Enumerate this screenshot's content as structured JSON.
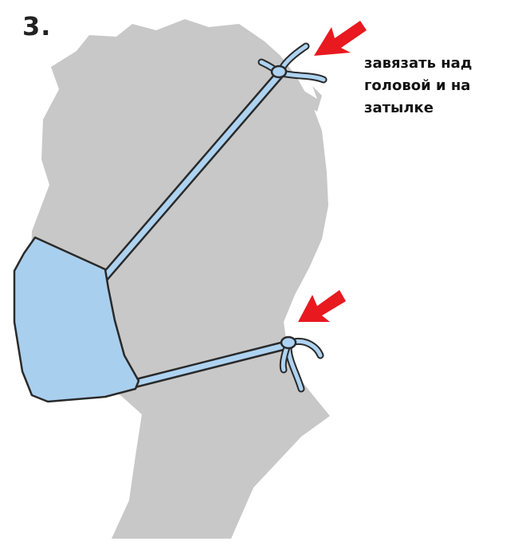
{
  "step": {
    "number": "3."
  },
  "caption": {
    "lines": [
      "завязать над",
      "головой и на",
      "затылке"
    ]
  },
  "colors": {
    "silhouette": "#c8c8c8",
    "mask_fill": "#a9cfee",
    "strap": "#aed3f1",
    "outline": "#2a2a2a",
    "arrow": "#e8191f"
  },
  "icons": {
    "top_arrow": "red-arrow-icon",
    "bottom_arrow": "red-arrow-icon"
  }
}
